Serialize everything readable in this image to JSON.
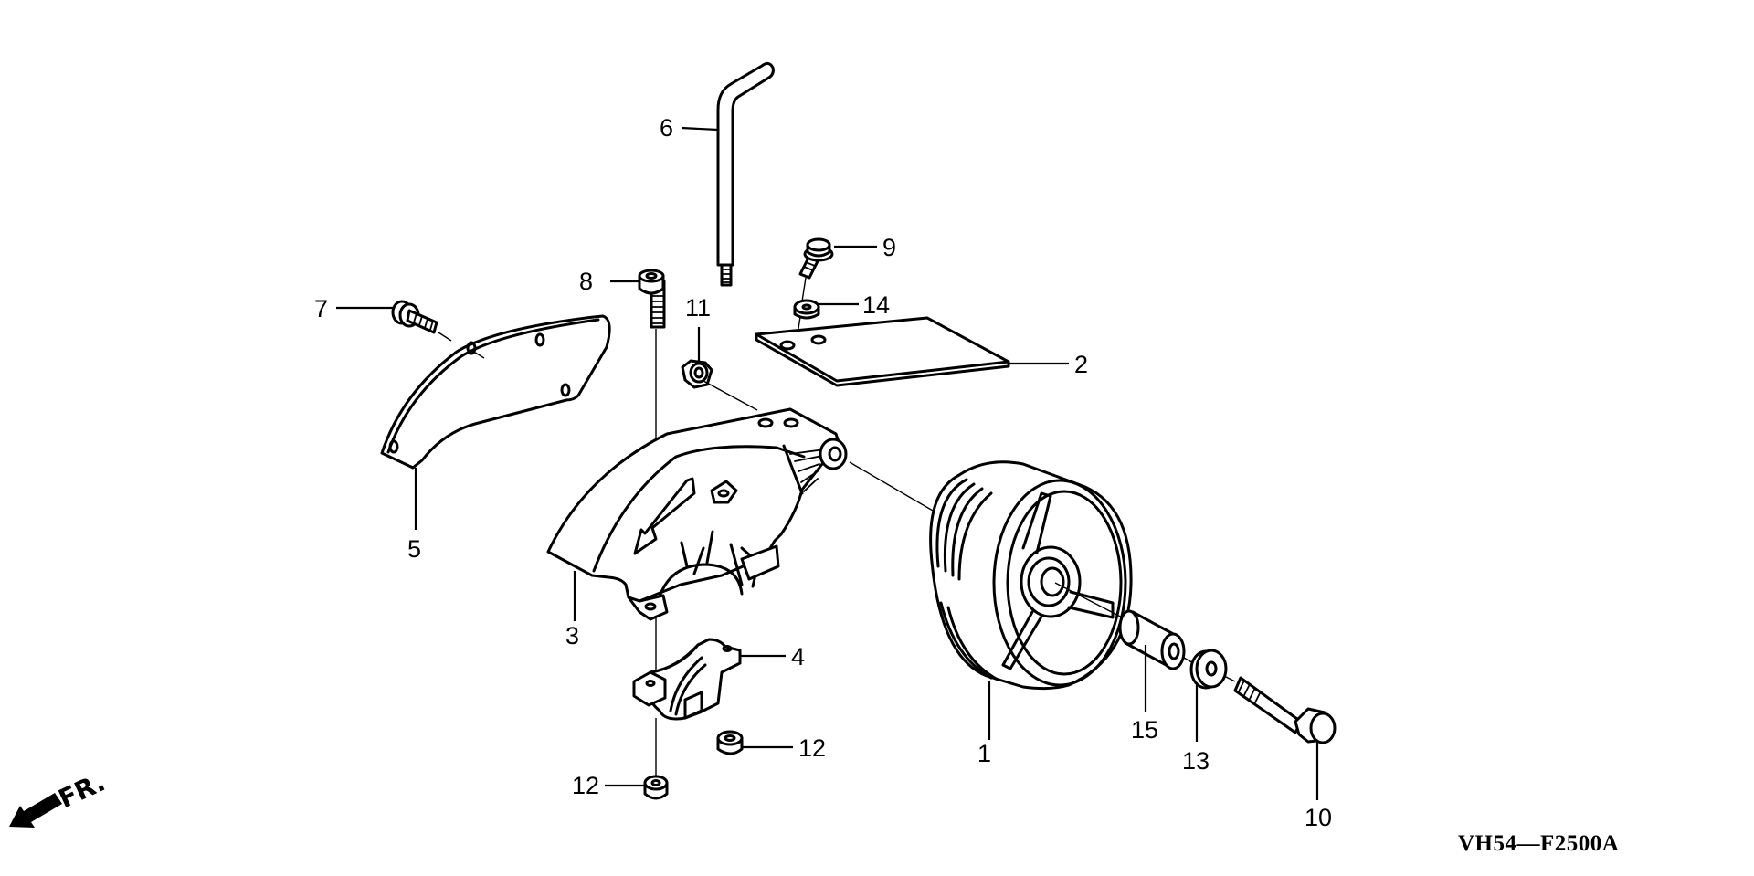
{
  "diagram": {
    "type": "exploded-parts-diagram",
    "code": "VH54—F2500A",
    "direction_indicator": "FR."
  },
  "parts": [
    {
      "ref": "1",
      "label": "1",
      "depicts": "wheel"
    },
    {
      "ref": "2",
      "label": "2",
      "depicts": "plate"
    },
    {
      "ref": "3",
      "label": "3",
      "depicts": "blade guard housing"
    },
    {
      "ref": "4",
      "label": "4",
      "depicts": "clamp bracket"
    },
    {
      "ref": "5",
      "label": "5",
      "depicts": "guard side cover"
    },
    {
      "ref": "6",
      "label": "6",
      "depicts": "bent rod"
    },
    {
      "ref": "7",
      "label": "7",
      "depicts": "flange bolt"
    },
    {
      "ref": "8",
      "label": "8",
      "depicts": "socket bolt"
    },
    {
      "ref": "9",
      "label": "9",
      "depicts": "flange bolt"
    },
    {
      "ref": "10",
      "label": "10",
      "depicts": "axle bolt"
    },
    {
      "ref": "11",
      "label": "11",
      "depicts": "nut"
    },
    {
      "ref": "12a",
      "label": "12",
      "depicts": "nut"
    },
    {
      "ref": "12b",
      "label": "12",
      "depicts": "nut"
    },
    {
      "ref": "13",
      "label": "13",
      "depicts": "washer"
    },
    {
      "ref": "14",
      "label": "14",
      "depicts": "washer"
    },
    {
      "ref": "15",
      "label": "15",
      "depicts": "collar"
    }
  ]
}
